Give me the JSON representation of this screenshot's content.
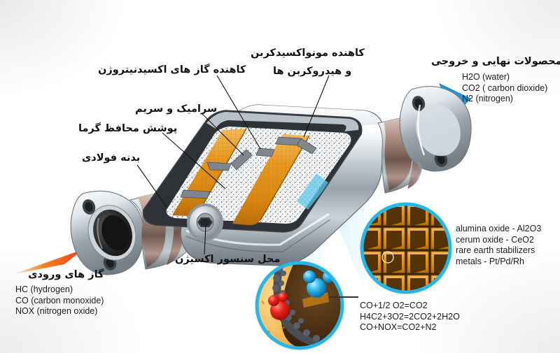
{
  "diagram": {
    "title_alt": "Catalytic converter cutaway diagram",
    "colors": {
      "inlet_arrow": "#ee2b18",
      "inlet_arrow_tail": "#f57c1a",
      "outlet_arrow": "#1f8fd6",
      "ceramic": "#e8961f",
      "honeycomb": "#d98f23",
      "inset_ring": "#27b6e8",
      "metal_light": "#e9edf1",
      "metal_dark": "#7d848c",
      "copper_band": "#9c7d72",
      "insulation": "#f2f4f5",
      "leader_line": "#111111",
      "text": "#1b1b1b"
    },
    "callouts": {
      "nox_reducer": "کاهنده گاز های اکسیدنیتروژن",
      "co_hc_reducer_line1": "کاهنده مونواکسیدکربن",
      "co_hc_reducer_line2": "و هیدروکربن ها",
      "ceramic_cerium": "سرامیک و سریم",
      "heat_shield": "پوشش محافظ گرما",
      "steel_body": "بدنه فولادی",
      "oxygen_sensor": "محل سنسور اکسیژن"
    },
    "inlet": {
      "heading": "گاز های ورودی",
      "gases": [
        "HC (hydrogen)",
        "CO (carbon monoxide)",
        "NOX (nitrogen oxide)"
      ]
    },
    "outlet": {
      "heading": "محصولات نهایی و خروجی",
      "gases": [
        "H2O (water)",
        "CO2 ( carbon dioxide)",
        "N2 (nitrogen)"
      ]
    },
    "materials": [
      "alumina oxide - Al2O3",
      "cerum oxide - CeO2",
      "rare earth stabilizers",
      "metals - Pt/Pd/Rh"
    ],
    "reactions": [
      "CO+1/2 O2=CO2",
      "H4C2+3O2=2CO2+2H2O",
      "CO+NOX=CO2+N2"
    ]
  }
}
